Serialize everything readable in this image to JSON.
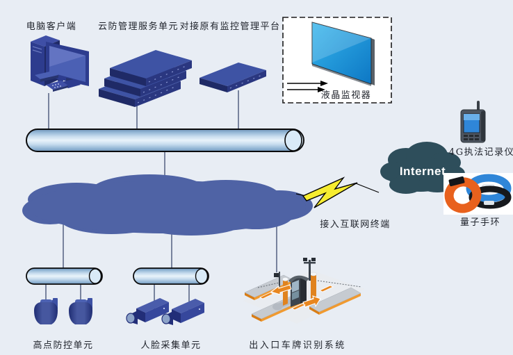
{
  "diagram": {
    "type": "network-topology",
    "background_color": "#e8edf4",
    "nodes": {
      "pc_client": {
        "label": "电脑客户端"
      },
      "cloud_mgmt_server": {
        "label": "云防管理服务单元"
      },
      "legacy_platform": {
        "label": "对接原有监控管理平台"
      },
      "lcd_monitor": {
        "label": "液晶监视器"
      },
      "recorder_4g": {
        "label": "4G执法记录仪"
      },
      "internet_cloud": {
        "label": "Internet"
      },
      "internet_terminal": {
        "label": "接入互联网终端"
      },
      "quantum_band": {
        "label": "量子手环"
      },
      "high_point_unit": {
        "label": "高点防控单元"
      },
      "face_capture_unit": {
        "label": "人脸采集单元"
      },
      "plate_recognition": {
        "label": "出入口车牌识别系统"
      }
    },
    "colors": {
      "background": "#e8edf4",
      "device_blue": "#3e53a4",
      "device_navy": "#1f2a66",
      "bus_pipe_light": "#e9f3fa",
      "bus_pipe_dark": "#6e90b4",
      "network_cloud": "#4f63a5",
      "internet_cloud": "#2e4e5b",
      "lightning_yellow": "#f6ec30",
      "monitor_screen_blue": "#1a94d8",
      "band_orange": "#e8611d",
      "band_blue": "#2f86d8",
      "gate_orange": "#e0831f",
      "gate_gray": "#c6cbd1",
      "label_text": "#20242c"
    }
  }
}
